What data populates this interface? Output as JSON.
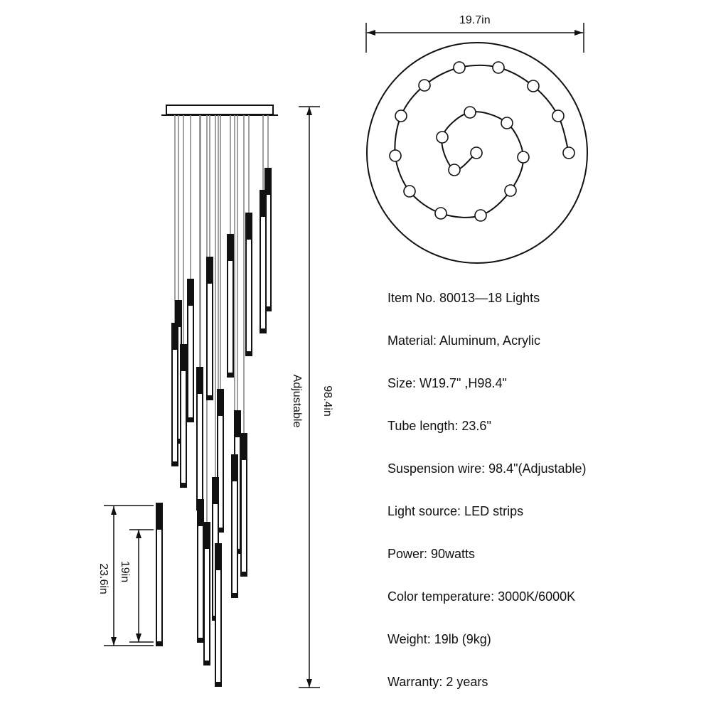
{
  "dimensions": {
    "top_width": "19.7in",
    "total_height": "98.4in",
    "adjustable": "Adjustable",
    "tube_length": "23.6in",
    "light_length": "19in"
  },
  "specs": [
    "Item No. 80013—18 Lights",
    "Material: Aluminum, Acrylic",
    "Size: W19.7\" ,H98.4\"",
    "Tube length: 23.6\"",
    "Suspension wire: 98.4\"(Adjustable)",
    "Light source:  LED strips",
    "Power: 90watts",
    "Color temperature: 3000K/6000K",
    "Weight: 19lb (9kg)",
    "Warranty: 2 years"
  ],
  "light_count": 18,
  "colors": {
    "line": "#111111",
    "wire": "#888888"
  }
}
